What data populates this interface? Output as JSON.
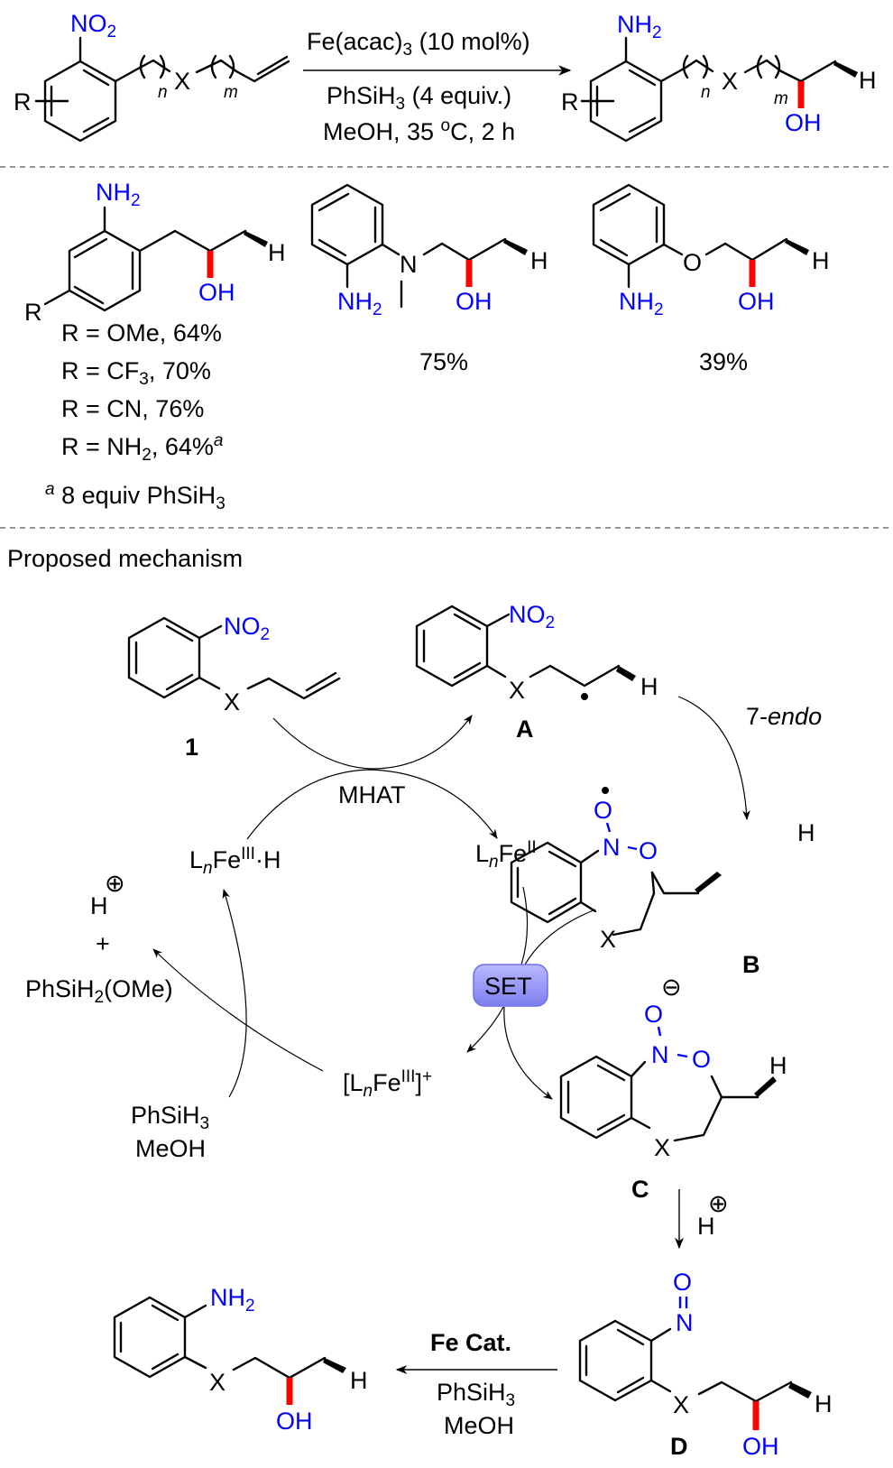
{
  "scheme": {
    "general_reaction": {
      "substrate": {
        "substituent": "R",
        "nitro_group": "NO2",
        "linker_atom": "X",
        "index_n": "n",
        "index_m": "m"
      },
      "conditions": {
        "catalyst": "Fe(acac)3 (10 mol%)",
        "reductant": "PhSiH3 (4 equiv.)",
        "solvent_temp_time": "MeOH, 35 °C, 2 h"
      },
      "product": {
        "substituent": "R",
        "amine_group": "NH2",
        "linker_atom": "X",
        "index_n": "n",
        "index_m": "m",
        "hydroxyl": "OH",
        "terminal_h": "H"
      }
    },
    "scope": {
      "entries": [
        {
          "name": "aryl-propanol-series",
          "groups": {
            "amine": "NH2",
            "hydroxyl": "OH",
            "terminal_h": "H",
            "substituent": "R"
          },
          "yields": [
            {
              "R": "OMe",
              "yield": "64%",
              "note": ""
            },
            {
              "R": "CF3",
              "yield": "70%",
              "note": ""
            },
            {
              "R": "CN",
              "yield": "76%",
              "note": ""
            },
            {
              "R": "NH2",
              "yield": "64%",
              "note": "a"
            }
          ]
        },
        {
          "name": "n-methyl-aniline-product",
          "groups": {
            "amine": "NH2",
            "linker": "N",
            "hydroxyl": "OH",
            "terminal_h": "H"
          },
          "yield": "75%"
        },
        {
          "name": "aryl-ether-product",
          "groups": {
            "amine": "NH2",
            "linker": "O",
            "hydroxyl": "OH",
            "terminal_h": "H"
          },
          "yield": "39%"
        }
      ],
      "footnote": {
        "marker": "a",
        "text": "8 equiv PhSiH3"
      }
    },
    "mechanism": {
      "heading": "Proposed mechanism",
      "compound_1": {
        "label": "1",
        "nitro_group": "NO2",
        "linker_atom": "X"
      },
      "intermediate_A": {
        "label": "A",
        "nitro_group": "NO2",
        "linker_atom": "X",
        "terminal_h": "H"
      },
      "step_7endo": {
        "number": "7-",
        "word": "endo"
      },
      "intermediate_B": {
        "label": "B",
        "o_atom": "O",
        "n_atom": "N",
        "ring_o": "O",
        "linker_atom": "X",
        "terminal_h": "H"
      },
      "intermediate_C": {
        "label": "C",
        "o_atom": "O",
        "n_atom": "N",
        "ring_o": "O",
        "linker_atom": "X",
        "terminal_h": "H",
        "charge": "⊖"
      },
      "intermediate_D": {
        "label": "D",
        "o_atom": "O",
        "n_atom": "N",
        "linker_atom": "X",
        "hydroxyl": "OH",
        "terminal_h": "H"
      },
      "protonation": {
        "species": "H",
        "charge": "⊕"
      },
      "product": {
        "amine_group": "NH2",
        "linker_atom": "X",
        "hydroxyl": "OH",
        "terminal_h": "H"
      },
      "final_step": {
        "catalyst": "Fe Cat.",
        "reductant": "PhSiH3",
        "solvent": "MeOH"
      },
      "cycle": {
        "mhat_label": "MHAT",
        "set_label": "SET",
        "set_badge_color": "#8c8cf5",
        "fe_hydride": "LnFeIII-H",
        "fe_ii": "LnFeII",
        "fe_iii_cation": "[LnFeIII]+",
        "byproduct_proton": "H",
        "byproduct_charge": "⊕",
        "plus_sign": "+",
        "byproduct_silane": "PhSiH2(OMe)",
        "reagent_silane": "PhSiH3",
        "reagent_solvent": "MeOH"
      }
    },
    "colors": {
      "heteroatom": "#0000ff",
      "new_bond": "#ff0000",
      "text": "#000000"
    }
  }
}
